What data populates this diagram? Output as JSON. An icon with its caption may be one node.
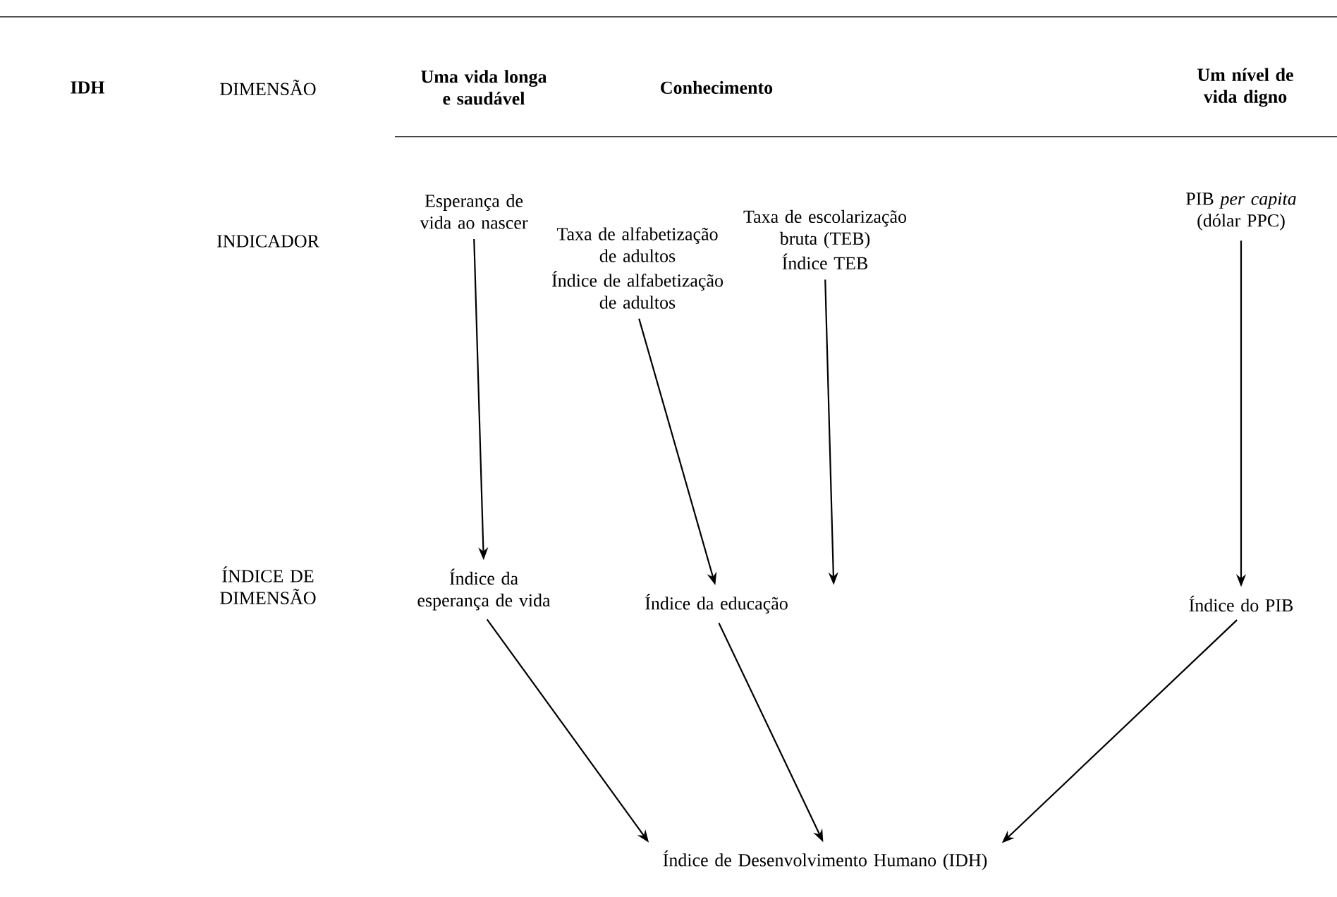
{
  "diagram": {
    "nodes": [
      {
        "text": [
          "Esperança de vida ao nascer"
        ]
      },
      {
        "text": [
          "Taxa de alfabetização de adultos",
          "Índice de alfabetização de adultos"
        ]
      },
      {
        "text": [
          "Taxa de escolarização bruta (TEB)",
          "Índice TEB"
        ]
      },
      {
        "text": [
          "PIB *per capita* (dólar PPC)"
        ]
      },
      {
        "text": [
          "Índice da esperança de vida"
        ]
      },
      {
        "text": [
          "Índice da educação"
        ]
      },
      {
        "text": [
          "Índice do PIB"
        ]
      },
      {
        "text": [
          "Índice de Desenvolvimento Humano (IDH)"
        ]
      }
    ],
    "edges": [
      {
        "from": 0,
        "to": 4,
        "arrow": "to"
      },
      {
        "from": 1,
        "to": 5,
        "arrow": "to"
      },
      {
        "from": 2,
        "to": 5,
        "arrow": "to"
      },
      {
        "from": 3,
        "to": 6,
        "arrow": "to"
      },
      {
        "from": 4,
        "to": 7,
        "arrow": "to"
      },
      {
        "from": 5,
        "to": 7,
        "arrow": "to"
      },
      {
        "from": 6,
        "to": 7,
        "arrow": "to"
      }
    ],
    "labels": [
      "IDH",
      "DIMENSÃO",
      "Uma vida longa e saudável",
      "Conhecimento",
      "Um nível de vida digno",
      "INDICADOR",
      "ÍNDICE DE DIMENSÃO"
    ]
  }
}
